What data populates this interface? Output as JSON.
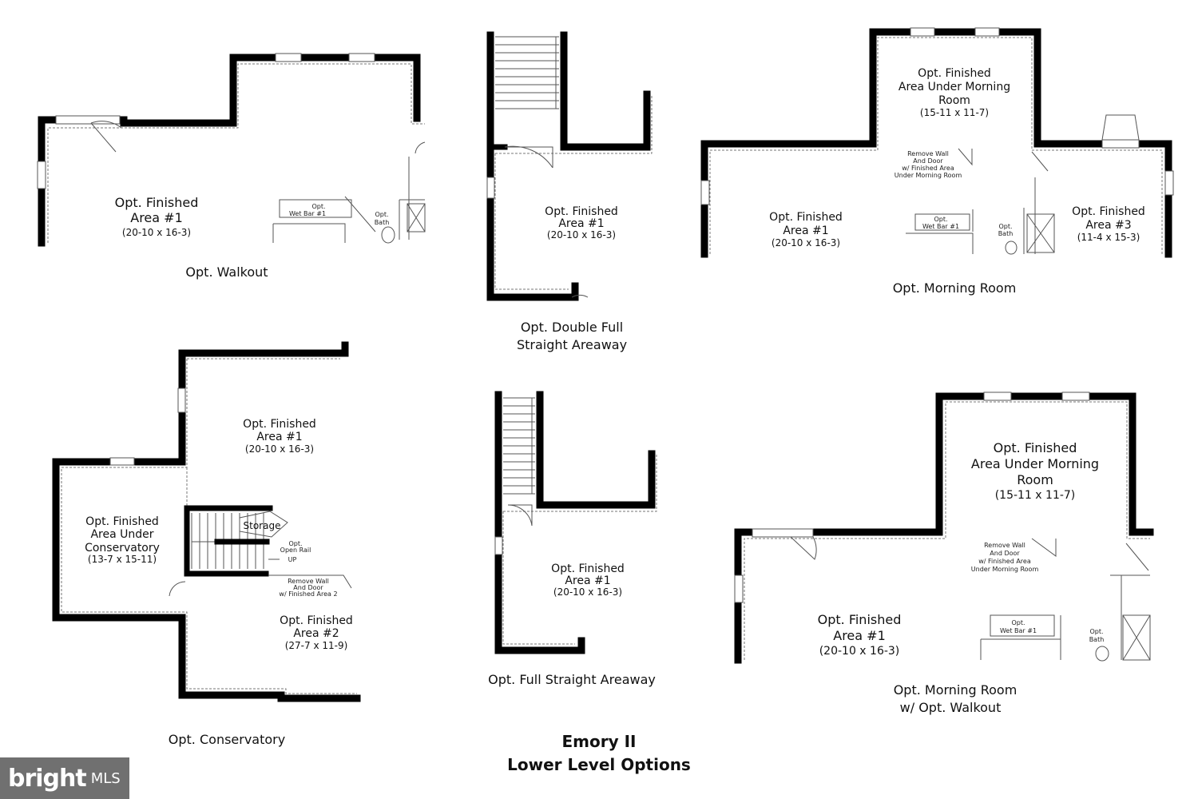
{
  "walkout": {
    "room_label": [
      "Opt. Finished",
      "Area #1"
    ],
    "room_dims": "(20-10 x 16-3)",
    "wetbar": [
      "Opt.",
      "Wet Bar #1"
    ],
    "bath": [
      "Opt.",
      "Bath"
    ],
    "caption": "Opt. Walkout"
  },
  "double_areaway": {
    "room_label": [
      "Opt. Finished",
      "Area #1"
    ],
    "room_dims": "(20-10 x 16-3)",
    "caption": [
      "Opt. Double Full",
      "Straight Areaway"
    ]
  },
  "morning_room": {
    "under_label": [
      "Opt. Finished",
      "Area Under Morning",
      "Room"
    ],
    "under_dims": "(15-11 x 11-7)",
    "remove_note": [
      "Remove Wall",
      "And Door",
      "w/ Finished Area",
      "Under Morning Room"
    ],
    "area1_label": [
      "Opt. Finished",
      "Area #1"
    ],
    "area1_dims": "(20-10 x 16-3)",
    "area3_label": [
      "Opt. Finished",
      "Area #3"
    ],
    "area3_dims": "(11-4 x 15-3)",
    "wetbar": [
      "Opt.",
      "Wet Bar #1"
    ],
    "bath": [
      "Opt.",
      "Bath"
    ],
    "caption": "Opt. Morning Room"
  },
  "conservatory": {
    "area1_label": [
      "Opt. Finished",
      "Area #1"
    ],
    "area1_dims": "(20-10 x 16-3)",
    "cons_label": [
      "Opt. Finished",
      "Area Under",
      "Conservatory"
    ],
    "cons_dims": "(13-7 x 15-11)",
    "storage": "Storage",
    "open_rail": [
      "Opt.",
      "Open Rail"
    ],
    "up": "UP",
    "remove_note": [
      "Remove Wall",
      "And Door",
      "w/ Finished Area 2"
    ],
    "area2_label": [
      "Opt. Finished",
      "Area #2"
    ],
    "area2_dims": "(27-7 x 11-9)",
    "caption": "Opt. Conservatory"
  },
  "full_areaway": {
    "room_label": [
      "Opt. Finished",
      "Area #1"
    ],
    "room_dims": "(20-10 x 16-3)",
    "caption": "Opt. Full Straight Areaway"
  },
  "morning_walkout": {
    "under_label": [
      "Opt. Finished",
      "Area Under Morning",
      "Room"
    ],
    "under_dims": "(15-11 x 11-7)",
    "remove_note": [
      "Remove Wall",
      "And Door",
      "w/ Finished Area",
      "Under Morning Room"
    ],
    "area1_label": [
      "Opt. Finished",
      "Area #1"
    ],
    "area1_dims": "(20-10 x 16-3)",
    "wetbar": [
      "Opt.",
      "Wet Bar #1"
    ],
    "bath": [
      "Opt.",
      "Bath"
    ],
    "caption": [
      "Opt. Morning Room",
      "w/ Opt. Walkout"
    ]
  },
  "title": [
    "Emory II",
    "Lower Level Options"
  ],
  "watermark": {
    "word": "bright",
    "suffix": "MLS"
  }
}
